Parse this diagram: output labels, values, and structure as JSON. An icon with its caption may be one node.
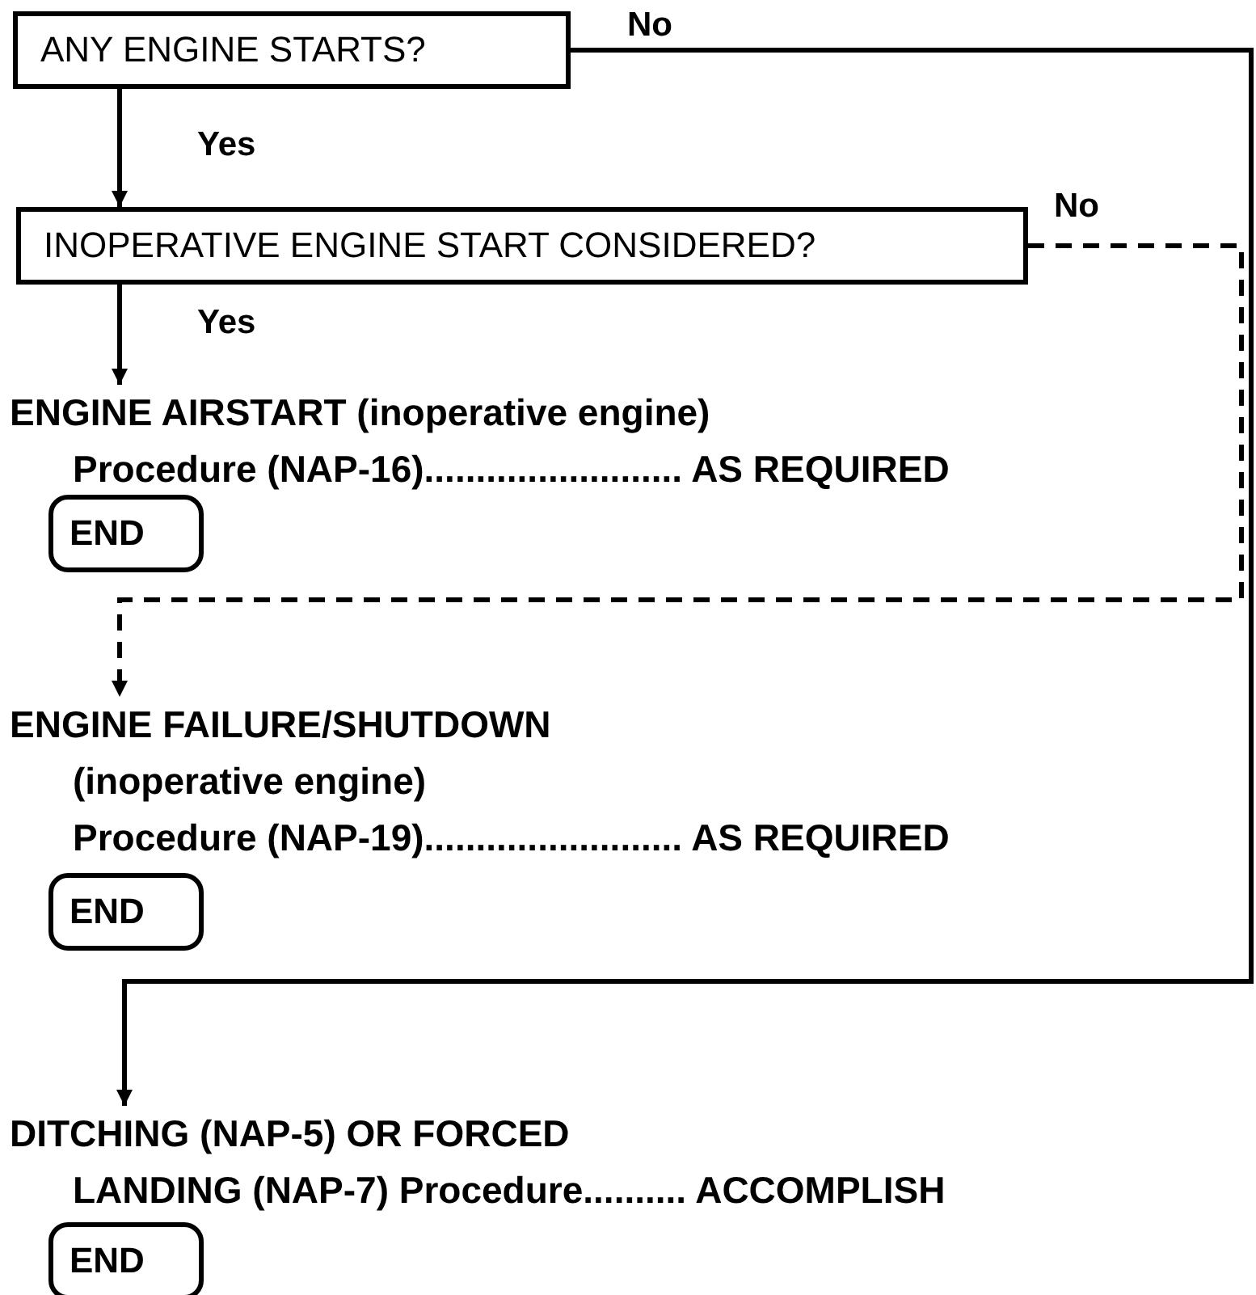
{
  "diagram": {
    "nodes": [
      {
        "text": [
          "ANY ENGINE STARTS?"
        ]
      },
      {
        "text": [
          "INOPERATIVE ENGINE START CONSIDERED?"
        ]
      },
      {
        "text": [
          "ENGINE AIRSTART (inoperative engine)",
          "Procedure (NAP-16)......................... AS REQUIRED"
        ]
      },
      {
        "text": [
          "END"
        ]
      },
      {
        "text": [
          "ENGINE FAILURE/SHUTDOWN",
          "(inoperative engine)",
          "Procedure (NAP-19)......................... AS REQUIRED"
        ]
      },
      {
        "text": [
          "END"
        ]
      },
      {
        "text": [
          "DITCHING (NAP-5) OR FORCED",
          "LANDING (NAP-7) Procedure.......... ACCOMPLISH"
        ]
      },
      {
        "text": [
          "END"
        ]
      }
    ],
    "edges": [
      {
        "from": 0,
        "to": 1,
        "arrow": "to",
        "label": "Yes"
      },
      {
        "from": 0,
        "to": 6,
        "arrow": "to",
        "label": "No"
      },
      {
        "from": 1,
        "to": 2,
        "arrow": "to",
        "label": "Yes"
      },
      {
        "from": 1,
        "to": 4,
        "arrow": "to",
        "label": "No",
        "style": "dashed"
      }
    ]
  }
}
